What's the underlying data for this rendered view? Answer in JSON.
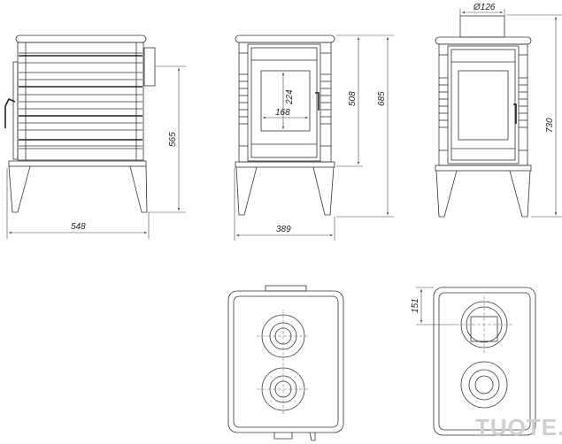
{
  "dimensions": {
    "side_width": "548",
    "side_height": "565",
    "front_width": "389",
    "front_height_body": "508",
    "front_height_total": "685",
    "window_width": "168",
    "window_height": "224",
    "flue_diameter": "Ø126",
    "rear_height_total": "730",
    "flue_offset": "151"
  },
  "watermark": "TUOTE.FI"
}
